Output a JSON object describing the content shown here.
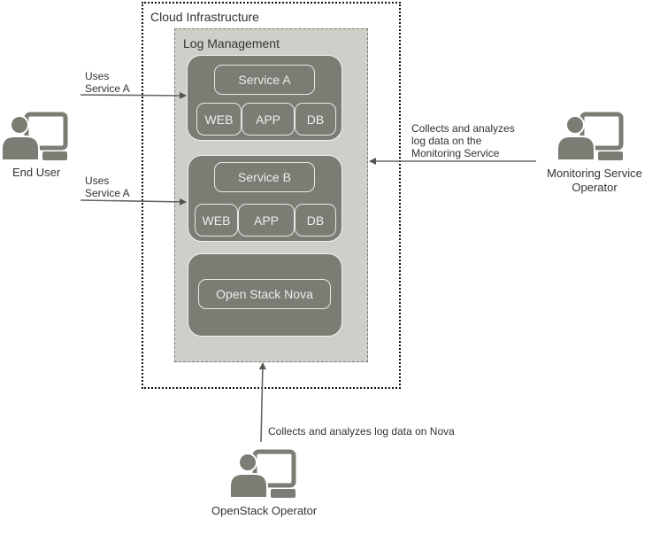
{
  "diagram": {
    "cloud_title": "Cloud Infrastructure",
    "log_management_title": "Log Management",
    "service_a": {
      "title": "Service A",
      "tiers": [
        "WEB",
        "APP",
        "DB"
      ]
    },
    "service_b": {
      "title": "Service B",
      "tiers": [
        "WEB",
        "APP",
        "DB"
      ]
    },
    "nova": {
      "title": "Open Stack Nova"
    },
    "actors": {
      "end_user": "End User",
      "monitoring_operator_line1": "Monitoring Service",
      "monitoring_operator_line2": "Operator",
      "openstack_operator": "OpenStack Operator"
    },
    "edges": {
      "uses_a_1_line1": "Uses",
      "uses_a_1_line2": "Service A",
      "uses_a_2_line1": "Uses",
      "uses_a_2_line2": "Service A",
      "monitoring_line1": "Collects and analyzes",
      "monitoring_line2": "log data on the",
      "monitoring_line3": "Monitoring Service",
      "nova_edge": "Collects and analyzes log data on Nova"
    },
    "colors": {
      "service_fill": "#7c7b74",
      "log_mgmt_fill": "#cfcfc9",
      "icon": "#7c7b74",
      "arrow": "#666660"
    }
  }
}
